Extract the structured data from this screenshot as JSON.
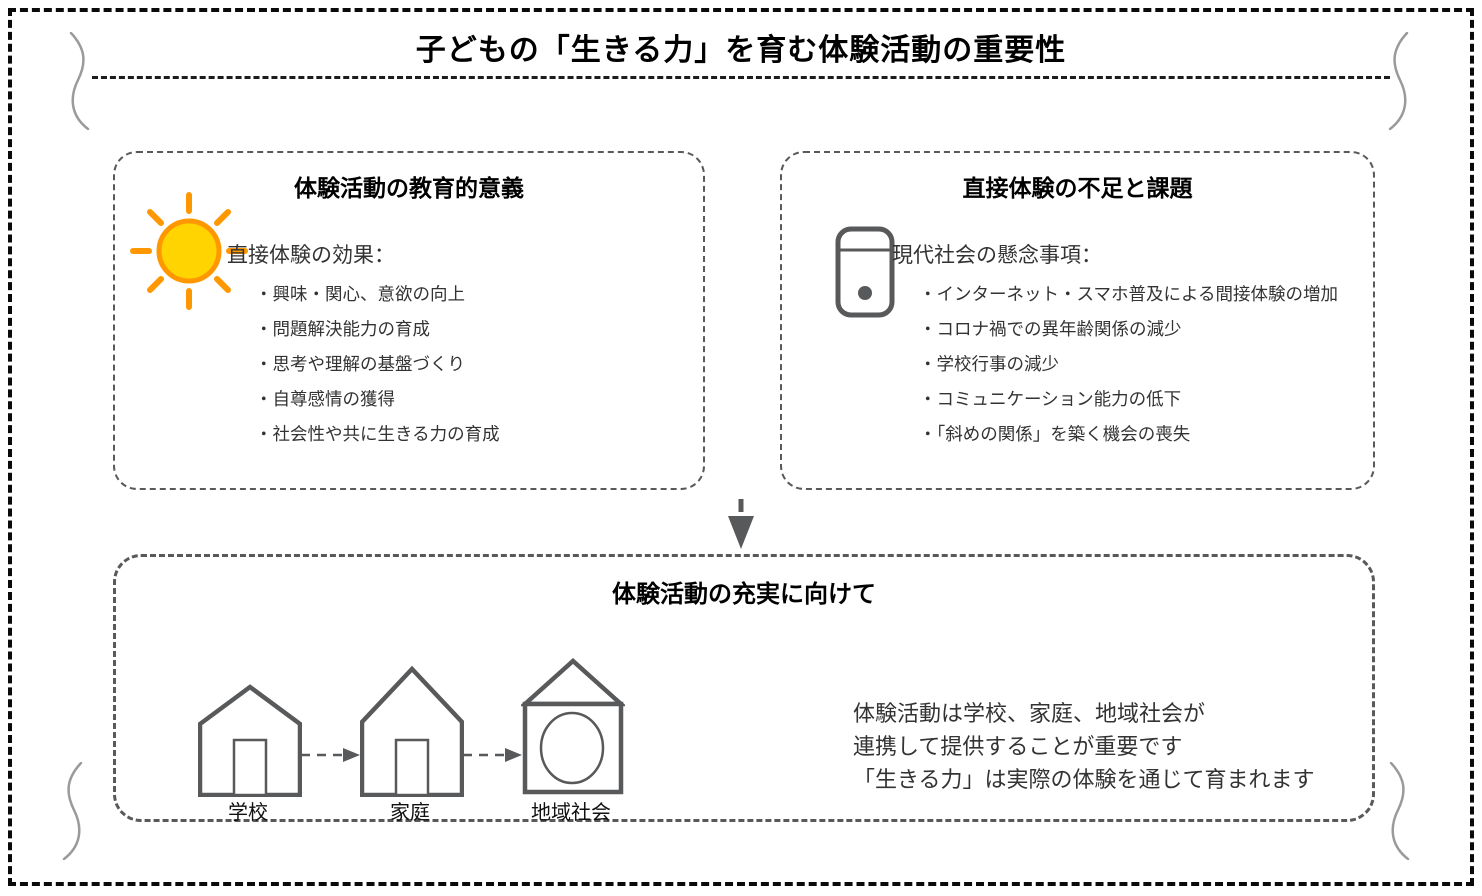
{
  "page": {
    "title": "子どもの「生きる力」を育む体験活動の重要性"
  },
  "left_box": {
    "heading": "体験活動の教育的意義",
    "icon": "sun-icon",
    "lead": "直接体験の効果：",
    "items": [
      "・興味・関心、意欲の向上",
      "・問題解決能力の育成",
      "・思考や理解の基盤づくり",
      "・自尊感情の獲得",
      "・社会性や共に生きる力の育成"
    ]
  },
  "right_box": {
    "heading": "直接体験の不足と課題",
    "icon": "smartphone-icon",
    "lead": "現代社会の懸念事項：",
    "items": [
      "・インターネット・スマホ普及による間接体験の増加",
      "・コロナ禍での異年齢関係の減少",
      "・学校行事の減少",
      "・コミュニケーション能力の低下",
      "・「斜めの関係」を築く機会の喪失"
    ]
  },
  "bottom_box": {
    "heading": "体験活動の充実に向けて",
    "nodes": [
      {
        "label": "学校",
        "icon": "school-house-icon"
      },
      {
        "label": "家庭",
        "icon": "home-house-icon"
      },
      {
        "label": "地域社会",
        "icon": "community-building-icon"
      }
    ],
    "conclusion_lines": [
      "体験活動は学校、家庭、地域社会が",
      "連携して提供することが重要です",
      "「生きる力」は実際の体験を通じて育まれます"
    ]
  },
  "colors": {
    "outer_border": "#0a0a0a",
    "box_border_gray": "#58595b",
    "body_text": "#333333",
    "heading_text": "#000000",
    "sun_stroke": "#ff9800",
    "sun_fill": "#ffd400",
    "squiggle_gray": "#9a9a9a"
  }
}
